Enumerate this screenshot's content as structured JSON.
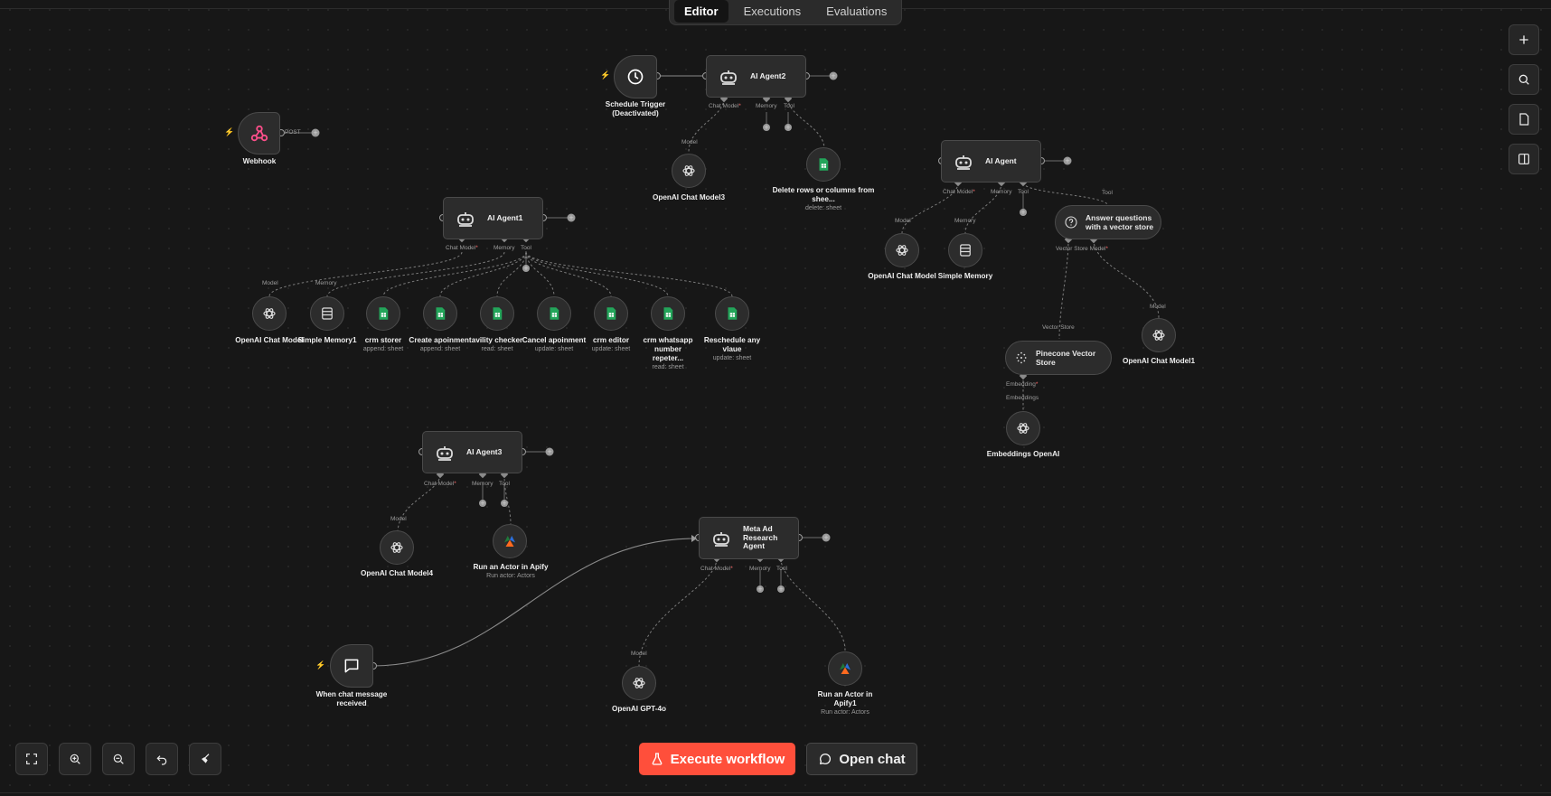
{
  "tabs": [
    "Editor",
    "Executions",
    "Evaluations"
  ],
  "port_labels": {
    "chat_model": "Chat Model",
    "memory": "Memory",
    "tool": "Tool",
    "model": "Model",
    "vector_store": "Vector Store",
    "embedding": "Embedding",
    "embeddings": "Embeddings",
    "post": "POST"
  },
  "nodes": {
    "schedule_trigger": {
      "name": "Schedule Trigger",
      "status": "(Deactivated)"
    },
    "ai_agent2": {
      "name": "AI Agent2"
    },
    "openai_chat_model3": {
      "name": "OpenAI Chat Model3"
    },
    "delete_rows": {
      "name": "Delete rows or columns from shee...",
      "sub": "delete: sheet"
    },
    "webhook": {
      "name": "Webhook"
    },
    "ai_agent1": {
      "name": "AI Agent1"
    },
    "openai_chat_model_a": {
      "name": "OpenAI Chat Model"
    },
    "simple_memory1": {
      "name": "Simple Memory1"
    },
    "crm_storer": {
      "name": "crm storer",
      "sub": "append: sheet"
    },
    "create_apoinment": {
      "name": "Create apoinment",
      "sub": "append: sheet"
    },
    "avility_checker": {
      "name": "avility checker",
      "sub": "read: sheet"
    },
    "cancel_apoinment": {
      "name": "Cancel apoinment",
      "sub": "update: sheet"
    },
    "crm_editor": {
      "name": "crm editor",
      "sub": "update: sheet"
    },
    "crm_whatsapp": {
      "name": "crm whatsapp number repeter...",
      "sub": "read: sheet"
    },
    "reschedule": {
      "name": "Reschedule any vlaue",
      "sub": "update: sheet"
    },
    "ai_agent": {
      "name": "AI Agent"
    },
    "openai_chat_model_b": {
      "name": "OpenAI Chat Model"
    },
    "simple_memory": {
      "name": "Simple Memory"
    },
    "answer_questions": {
      "name": "Answer questions with a vector store"
    },
    "pinecone": {
      "name": "Pinecone Vector Store"
    },
    "openai_chat_model1": {
      "name": "OpenAI Chat Model1"
    },
    "embeddings_openai": {
      "name": "Embeddings OpenAI"
    },
    "ai_agent3": {
      "name": "AI Agent3"
    },
    "openai_chat_model4": {
      "name": "OpenAI Chat Model4"
    },
    "apify": {
      "name": "Run an Actor in Apify",
      "sub": "Run actor: Actors"
    },
    "meta_ad": {
      "name": "Meta Ad Research Agent"
    },
    "chat_trigger": {
      "name": "When chat message received"
    },
    "openai_gpt4o": {
      "name": "OpenAI GPT-4o"
    },
    "apify1": {
      "name": "Run an Actor in Apify1",
      "sub": "Run actor: Actors"
    }
  },
  "buttons": {
    "execute": "Execute workflow",
    "open_chat": "Open chat"
  },
  "colors": {
    "accent": "#ff4f3b",
    "sheets_green": "#23a55a",
    "webhook_pink": "#ff4f8b"
  }
}
